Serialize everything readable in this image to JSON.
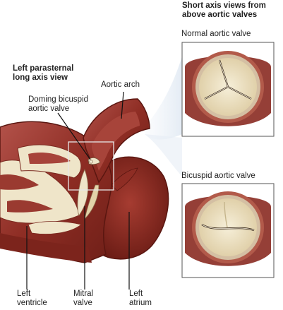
{
  "labels": {
    "short_axis_title_line1": "Short axis views from",
    "short_axis_title_line2": "above aortic valves",
    "normal_valve": "Normal aortic valve",
    "bicuspid_valve": "Bicuspid aortic valve",
    "long_axis_title_line1": "Left parasternal",
    "long_axis_title_line2": "long axis view",
    "aortic_arch": "Aortic arch",
    "doming_line1": "Doming bicuspid",
    "doming_line2": "aortic valve",
    "left_ventricle_line1": "Left",
    "left_ventricle_line2": "ventricle",
    "mitral_valve_line1": "Mitral",
    "mitral_valve_line2": "valve",
    "left_atrium_line1": "Left",
    "left_atrium_line2": "atrium"
  },
  "colors": {
    "muscle_dark": "#8a2a21",
    "muscle_mid": "#a7443a",
    "muscle_light": "#c36a5d",
    "leaflet": "#efe5c9",
    "leaflet_shadow": "#d8c9a0",
    "ring": "#d4bfa3",
    "frame": "#555555",
    "glow": "#dfe9f3"
  }
}
